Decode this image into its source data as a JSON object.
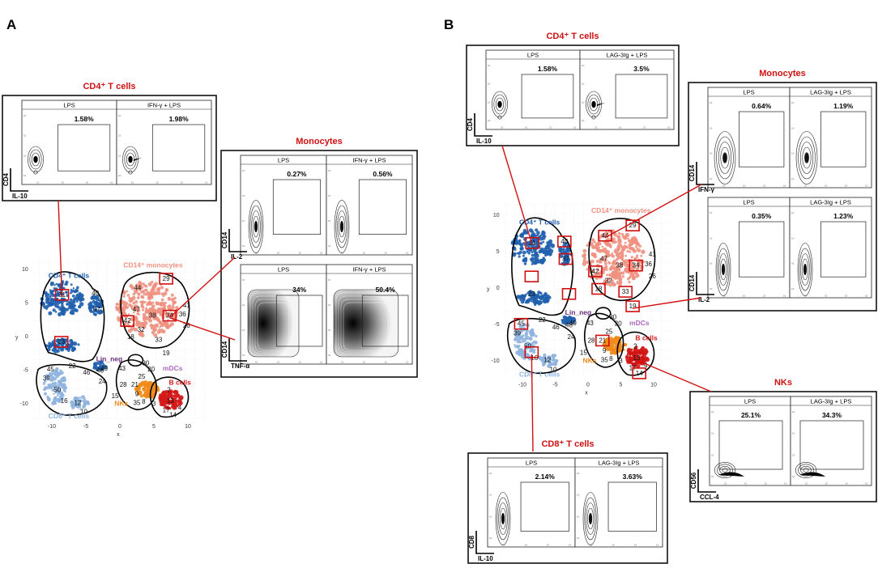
{
  "panel_a": {
    "letter": "A",
    "map": {
      "xlabel": "x",
      "ylabel": "y",
      "xticks": [
        "-10",
        "-5",
        "0",
        "5",
        "10"
      ],
      "yticks": [
        "10",
        "5",
        "0",
        "-5",
        "-10"
      ],
      "populations": {
        "cd4": "CD4⁺ T cells",
        "cd14": "CD14⁺ monocytes",
        "lin": "Lin_neg",
        "mdc": "mDCs",
        "nk": "NKs",
        "bcell": "B cells",
        "cd8": "CD8⁺ T cells"
      }
    },
    "inset_cd4": {
      "title": "CD4⁺ T cells",
      "conds": [
        "LPS",
        "IFN-γ + LPS"
      ],
      "pcts": [
        "1.58%",
        "1.98%"
      ],
      "ylabel": "CD4",
      "xlabel": "IL-10"
    },
    "inset_mono": {
      "title": "Monocytes",
      "row1": {
        "conds": [
          "LPS",
          "IFN-γ + LPS"
        ],
        "pcts": [
          "0.27%",
          "0.56%"
        ],
        "ylabel": "CD14",
        "xlabel": "IL-2"
      },
      "row2": {
        "conds": [
          "LPS",
          "IFN-γ + LPS"
        ],
        "pcts": [
          "34%",
          "50.4%"
        ],
        "ylabel": "CD14",
        "xlabel": "TNF-α"
      }
    }
  },
  "panel_b": {
    "letter": "B",
    "map": {
      "xlabel": "x",
      "ylabel": "y",
      "xticks": [
        "-10",
        "-5",
        "0",
        "5",
        "10"
      ],
      "yticks": [
        "10",
        "5",
        "0",
        "-5",
        "-10"
      ],
      "populations": {
        "cd4": "CD4⁺ T cells",
        "cd14": "CD14⁺ monocytes",
        "lin": "Lin_neg",
        "mdc": "mDCs",
        "nk": "NKs",
        "bcell": "B cells",
        "cd8": "CD8⁺ T cells"
      }
    },
    "inset_cd4": {
      "title": "CD4⁺ T cells",
      "conds": [
        "LPS",
        "LAG-3Ig + LPS"
      ],
      "pcts": [
        "1.58%",
        "3.5%"
      ],
      "ylabel": "CD4",
      "xlabel": "IL-10"
    },
    "inset_mono": {
      "title": "Monocytes",
      "row1": {
        "conds": [
          "LPS",
          "LAG-3Ig + LPS"
        ],
        "pcts": [
          "0.64%",
          "1.19%"
        ],
        "ylabel": "CD14",
        "xlabel": "IFN-γ"
      },
      "row2": {
        "conds": [
          "LPS",
          "LAG-3Ig + LPS"
        ],
        "pcts": [
          "0.35%",
          "1.23%"
        ],
        "ylabel": "CD14",
        "xlabel": "IL-2"
      }
    },
    "inset_nk": {
      "title": "NKs",
      "conds": [
        "LPS",
        "LAG-3Ig + LPS"
      ],
      "pcts": [
        "25.1%",
        "34.3%"
      ],
      "ylabel": "CD56",
      "xlabel": "CCL-4"
    },
    "inset_cd8": {
      "title": "CD8⁺ T cells",
      "conds": [
        "LPS",
        "LAG-3Ig + LPS"
      ],
      "pcts": [
        "2.14%",
        "3.63%"
      ],
      "ylabel": "CD8",
      "xlabel": "IL-10"
    }
  },
  "colors": {
    "cd4": "#1f5fae",
    "cd8": "#8fb4df",
    "mono": "#f0907f",
    "lin": "#6a2d7a",
    "mdc": "#b06abf",
    "nk": "#f08a1a",
    "bcell": "#d41a1a",
    "accent": "#d01010"
  }
}
